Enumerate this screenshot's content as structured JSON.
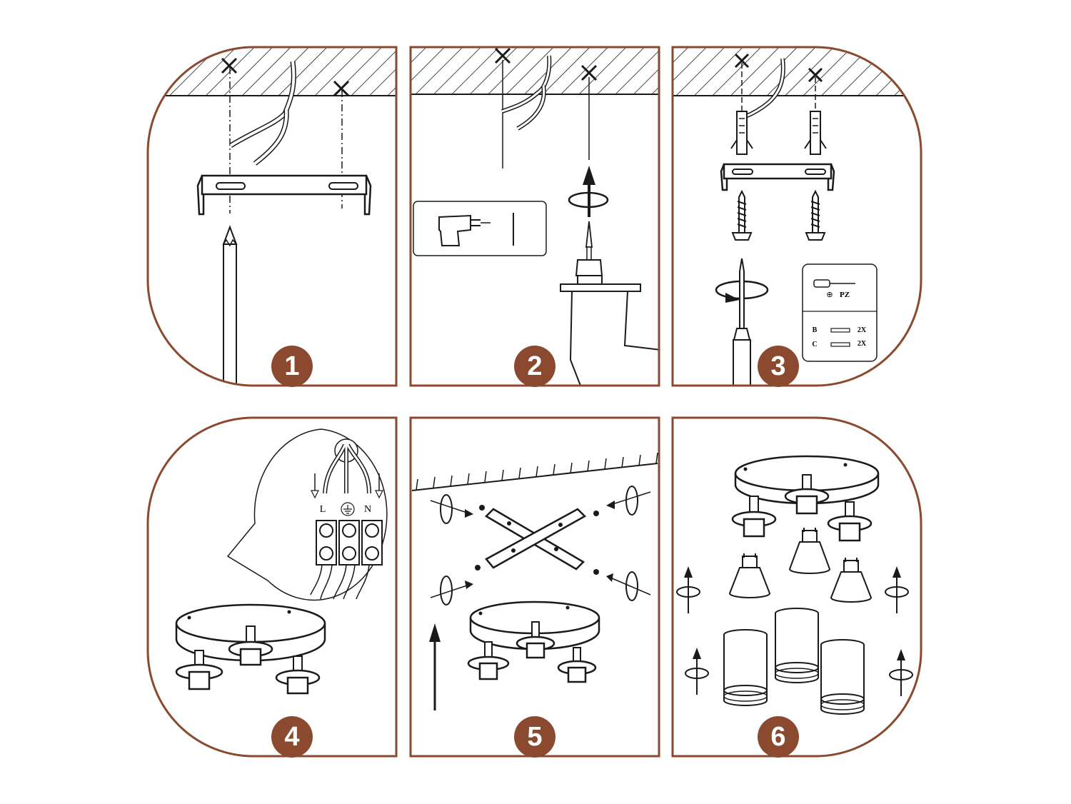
{
  "colors": {
    "frame": "#8b4a2f",
    "badge": "#8b4a2f",
    "line": "#1a1a1a"
  },
  "steps": [
    {
      "number": "1"
    },
    {
      "number": "2"
    },
    {
      "number": "3",
      "toolbox": {
        "screwdriver_label": "PZ",
        "rows": [
          {
            "letter": "B",
            "qty": "2X"
          },
          {
            "letter": "C",
            "qty": "2X"
          }
        ]
      }
    },
    {
      "number": "4",
      "terminals": {
        "live": "L",
        "neutral": "N"
      }
    },
    {
      "number": "5"
    },
    {
      "number": "6"
    }
  ]
}
